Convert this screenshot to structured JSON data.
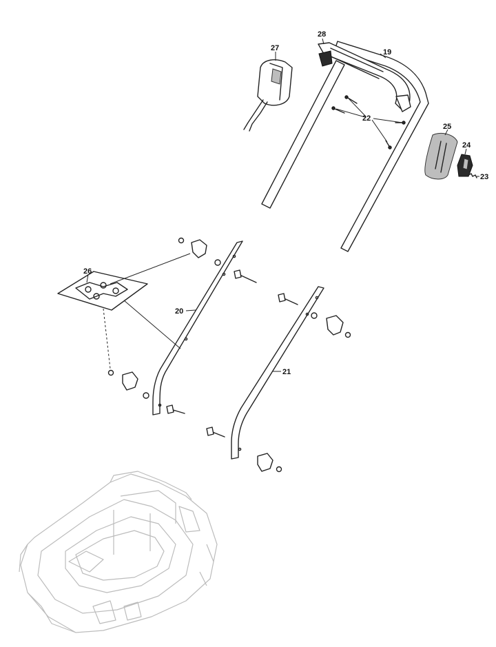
{
  "diagram": {
    "callouts": [
      {
        "id": "c19",
        "label": "19"
      },
      {
        "id": "c20",
        "label": "20"
      },
      {
        "id": "c21",
        "label": "21"
      },
      {
        "id": "c22",
        "label": "22"
      },
      {
        "id": "c23",
        "label": "23"
      },
      {
        "id": "c24",
        "label": "24"
      },
      {
        "id": "c25",
        "label": "25"
      },
      {
        "id": "c26",
        "label": "26"
      },
      {
        "id": "c27",
        "label": "27"
      },
      {
        "id": "c28",
        "label": "28"
      }
    ]
  }
}
